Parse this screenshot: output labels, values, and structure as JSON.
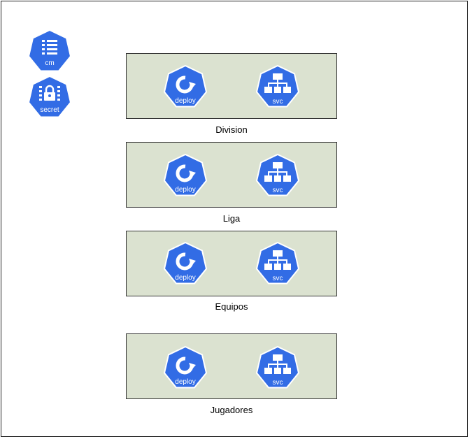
{
  "colors": {
    "k8s_blue": "#326ce5",
    "group_fill": "#dbe2d0",
    "border": "#333333"
  },
  "standalone": [
    {
      "icon": "configmap-icon",
      "label": "cm"
    },
    {
      "icon": "secret-icon",
      "label": "secret"
    }
  ],
  "groups": [
    {
      "name": "Division",
      "deploy_label": "deploy",
      "svc_label": "svc"
    },
    {
      "name": "Liga",
      "deploy_label": "deploy",
      "svc_label": "svc"
    },
    {
      "name": "Equipos",
      "deploy_label": "deploy",
      "svc_label": "svc"
    },
    {
      "name": "Jugadores",
      "deploy_label": "deploy",
      "svc_label": "svc"
    }
  ]
}
